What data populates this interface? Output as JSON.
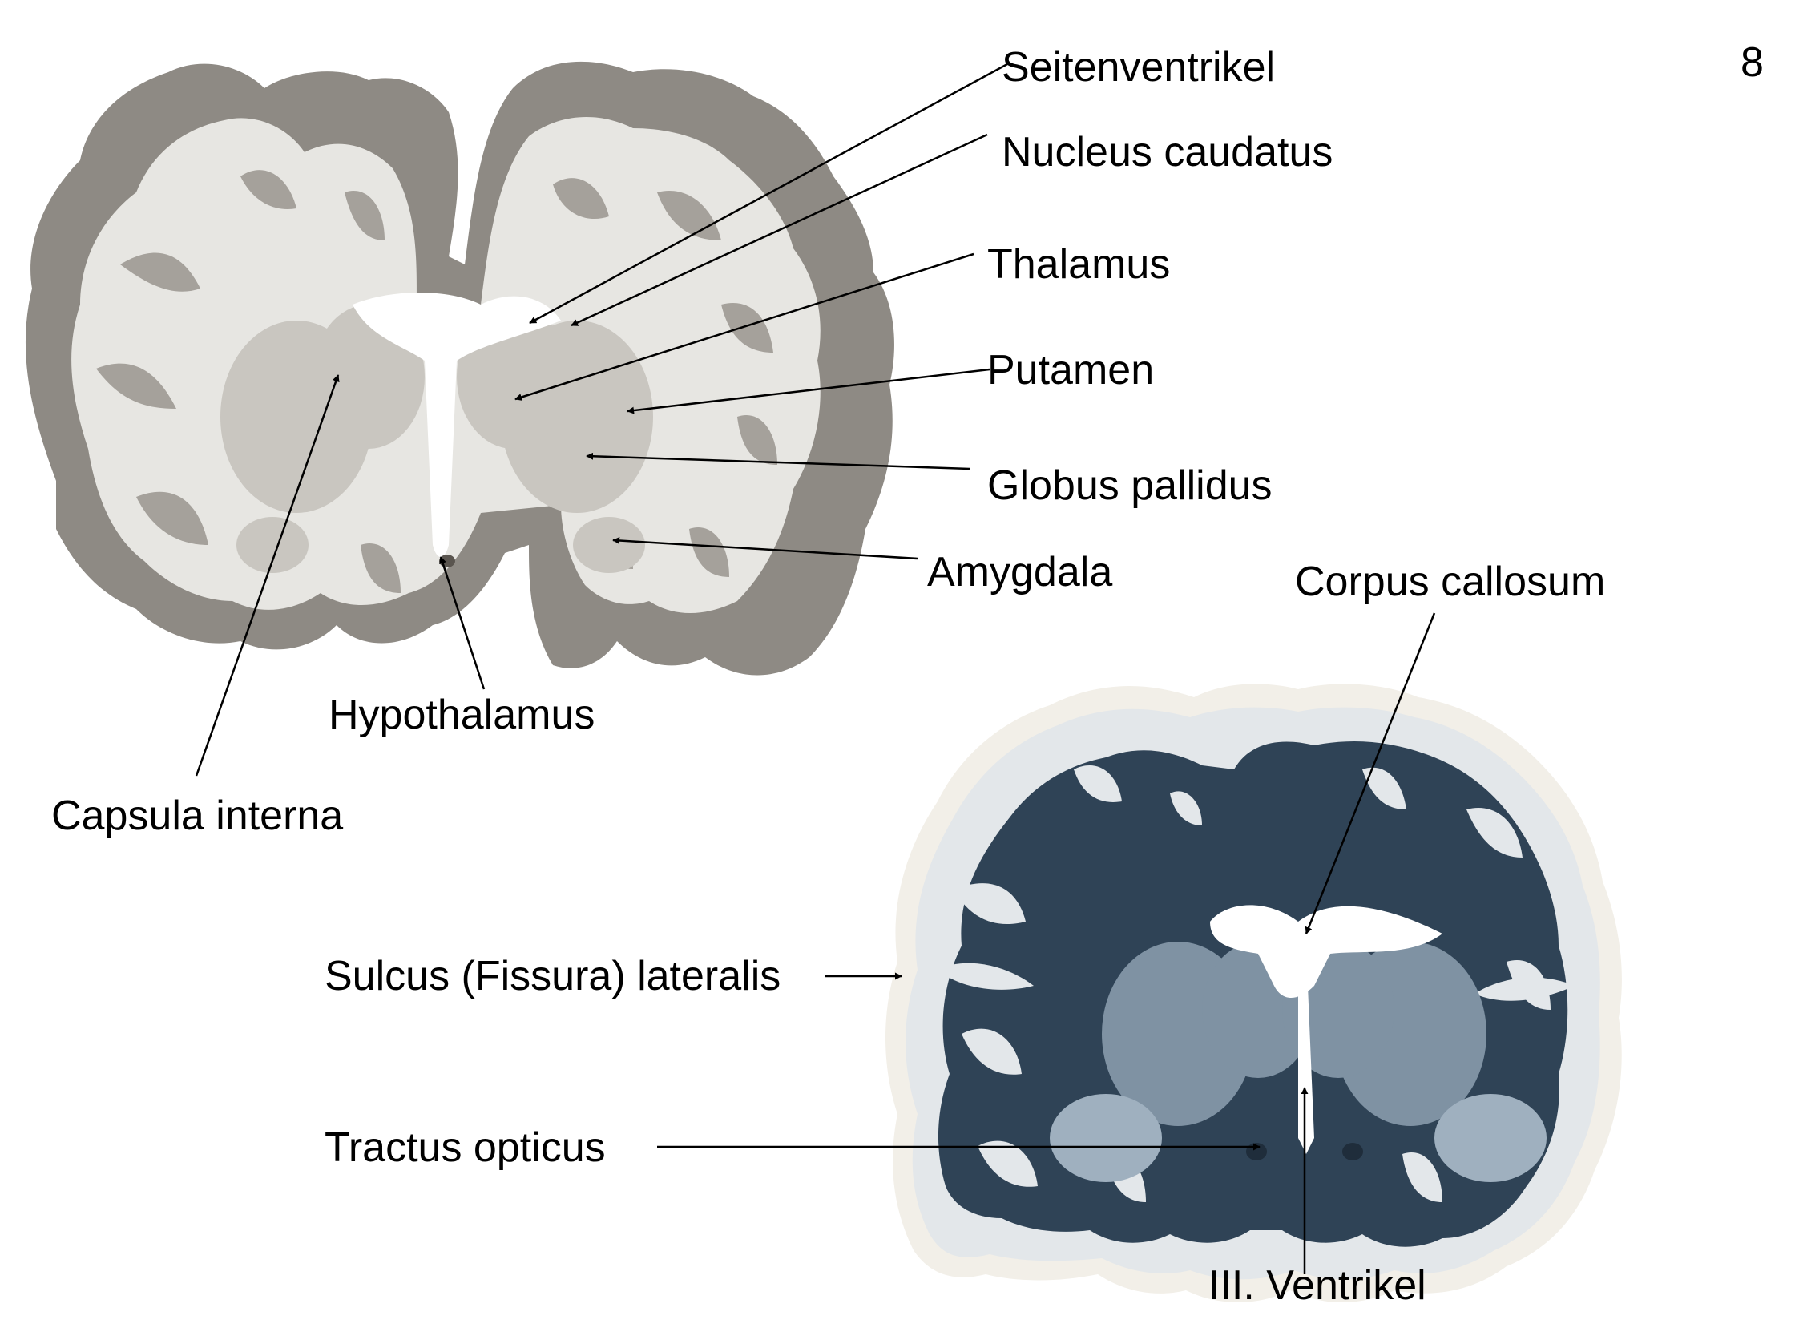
{
  "page_number": "8",
  "colors": {
    "upper_gray_matter": "#8e8a84",
    "upper_white_matter": "#e7e6e2",
    "upper_deep_nuclei": "#c9c6c0",
    "lower_white_matter": "#2f4356",
    "lower_gray_matter": "#e3e7ea",
    "lower_deep_nuclei": "#7f92a3",
    "lower_edge": "#f2efe8",
    "label_text": "#000000",
    "leader_line": "#000000"
  },
  "images": {
    "upper": {
      "name": "coronal-section-myelin-unstained",
      "stain": "gray"
    },
    "lower": {
      "name": "coronal-section-myelin-stained",
      "stain": "blue"
    }
  },
  "labels": {
    "seitenventrikel": "Seitenventrikel",
    "nucleus_caudatus": "Nucleus caudatus",
    "thalamus": "Thalamus",
    "putamen": "Putamen",
    "globus_pallidus": "Globus pallidus",
    "amygdala": "Amygdala",
    "corpus_callosum": "Corpus callosum",
    "hypothalamus": "Hypothalamus",
    "capsula_interna": "Capsula interna",
    "sulcus_lateralis": "Sulcus (Fissura) lateralis",
    "tractus_opticus": "Tractus opticus",
    "ventrikel_iii": "III. Ventrikel"
  }
}
